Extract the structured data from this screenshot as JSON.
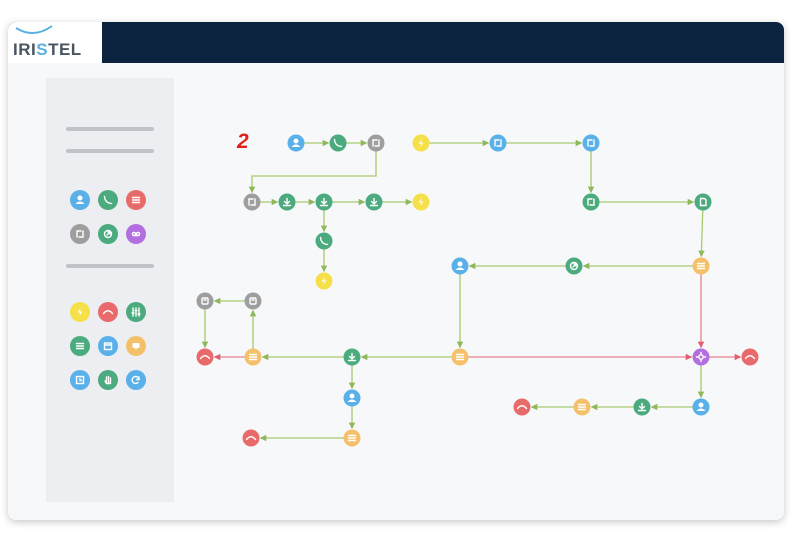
{
  "app": {
    "logo_prefix": "IRI",
    "logo_accent": "S",
    "logo_suffix": "TEL"
  },
  "colors": {
    "topbar": "#0c2340",
    "blue": "#5ab0e8",
    "green": "#4bab7e",
    "yellow": "#f5e04a",
    "gray": "#9e9e9e",
    "red": "#e86a6a",
    "orange": "#f5c06a",
    "purple": "#b36ee0",
    "line_green": "#a8c870",
    "line_red": "#e88090"
  },
  "palette": {
    "group1": [
      {
        "name": "user-icon",
        "color": "#5ab0e8"
      },
      {
        "name": "phone-icon",
        "color": "#4bab7e"
      },
      {
        "name": "list-icon",
        "color": "#e86a6a"
      },
      {
        "name": "transfer-icon",
        "color": "#9e9e9e"
      },
      {
        "name": "forward-icon",
        "color": "#4bab7e"
      },
      {
        "name": "voicemail-icon",
        "color": "#b36ee0"
      }
    ],
    "group2": [
      {
        "name": "lightning-icon",
        "color": "#f5e04a"
      },
      {
        "name": "hangup-icon",
        "color": "#e86a6a"
      },
      {
        "name": "sliders-icon",
        "color": "#4bab7e"
      },
      {
        "name": "menu-icon",
        "color": "#4bab7e"
      },
      {
        "name": "calendar-icon",
        "color": "#5ab0e8"
      },
      {
        "name": "message-icon",
        "color": "#f5c06a"
      },
      {
        "name": "schedule-icon",
        "color": "#5ab0e8"
      },
      {
        "name": "hand-icon",
        "color": "#4bab7e"
      },
      {
        "name": "refresh-icon",
        "color": "#5ab0e8"
      }
    ]
  },
  "flow": {
    "step_label": "2",
    "nodes": [
      {
        "id": "n1",
        "icon": "user-icon",
        "color": "blue"
      },
      {
        "id": "n2",
        "icon": "phone-icon",
        "color": "green"
      },
      {
        "id": "n3",
        "icon": "transfer-icon",
        "color": "gray"
      },
      {
        "id": "n4",
        "icon": "transfer-icon",
        "color": "gray"
      },
      {
        "id": "n5",
        "icon": "download-icon",
        "color": "green"
      },
      {
        "id": "n6",
        "icon": "download-icon",
        "color": "green"
      },
      {
        "id": "n7",
        "icon": "download-icon",
        "color": "green"
      },
      {
        "id": "n8",
        "icon": "lightning-icon",
        "color": "yellow"
      },
      {
        "id": "n9",
        "icon": "phone-icon",
        "color": "green"
      },
      {
        "id": "n10",
        "icon": "lightning-icon",
        "color": "yellow"
      },
      {
        "id": "n11",
        "icon": "lightning-icon",
        "color": "yellow"
      },
      {
        "id": "n12",
        "icon": "transfer-icon",
        "color": "blue"
      },
      {
        "id": "n13",
        "icon": "transfer-icon",
        "color": "blue"
      },
      {
        "id": "n14",
        "icon": "transfer-icon",
        "color": "green"
      },
      {
        "id": "n15",
        "icon": "document-icon",
        "color": "green"
      },
      {
        "id": "n16",
        "icon": "menu-icon",
        "color": "orange"
      },
      {
        "id": "n17",
        "icon": "forward-icon",
        "color": "green"
      },
      {
        "id": "n18",
        "icon": "user-icon",
        "color": "blue"
      },
      {
        "id": "n19",
        "icon": "gear-icon",
        "color": "purple"
      },
      {
        "id": "n20",
        "icon": "hangup-icon",
        "color": "red"
      },
      {
        "id": "n21",
        "icon": "menu-icon",
        "color": "orange"
      },
      {
        "id": "n22",
        "icon": "download-icon",
        "color": "green"
      },
      {
        "id": "n23",
        "icon": "menu-icon",
        "color": "orange"
      },
      {
        "id": "n24",
        "icon": "hangup-icon",
        "color": "red"
      },
      {
        "id": "n25",
        "icon": "record-icon",
        "color": "gray"
      },
      {
        "id": "n26",
        "icon": "record-icon",
        "color": "gray"
      },
      {
        "id": "n27",
        "icon": "user-icon",
        "color": "blue"
      },
      {
        "id": "n28",
        "icon": "menu-icon",
        "color": "orange"
      },
      {
        "id": "n29",
        "icon": "hangup-icon",
        "color": "red"
      },
      {
        "id": "n30",
        "icon": "user-icon",
        "color": "blue"
      },
      {
        "id": "n31",
        "icon": "download-icon",
        "color": "green"
      },
      {
        "id": "n32",
        "icon": "menu-icon",
        "color": "orange"
      },
      {
        "id": "n33",
        "icon": "hangup-icon",
        "color": "red"
      }
    ],
    "edges": [
      {
        "from": "n1",
        "to": "n2",
        "color": "line_green"
      },
      {
        "from": "n2",
        "to": "n3",
        "color": "line_green"
      },
      {
        "from": "n3",
        "to": "n4",
        "color": "line_green"
      },
      {
        "from": "n4",
        "to": "n5",
        "color": "line_green"
      },
      {
        "from": "n5",
        "to": "n6",
        "color": "line_green"
      },
      {
        "from": "n6",
        "to": "n7",
        "color": "line_green"
      },
      {
        "from": "n7",
        "to": "n8",
        "color": "line_green"
      },
      {
        "from": "n6",
        "to": "n9",
        "color": "line_green"
      },
      {
        "from": "n9",
        "to": "n10",
        "color": "line_green"
      },
      {
        "from": "n11",
        "to": "n12",
        "color": "line_green"
      },
      {
        "from": "n12",
        "to": "n13",
        "color": "line_green"
      },
      {
        "from": "n13",
        "to": "n14",
        "color": "line_green"
      },
      {
        "from": "n14",
        "to": "n15",
        "color": "line_green"
      },
      {
        "from": "n15",
        "to": "n16",
        "color": "line_green"
      },
      {
        "from": "n16",
        "to": "n17",
        "color": "line_green"
      },
      {
        "from": "n17",
        "to": "n18",
        "color": "line_green"
      },
      {
        "from": "n18",
        "to": "n21",
        "color": "line_green"
      },
      {
        "from": "n16",
        "to": "n19",
        "color": "line_red"
      },
      {
        "from": "n21",
        "to": "n19",
        "color": "line_red"
      },
      {
        "from": "n19",
        "to": "n20",
        "color": "line_red"
      },
      {
        "from": "n21",
        "to": "n22",
        "color": "line_green"
      },
      {
        "from": "n22",
        "to": "n23",
        "color": "line_green"
      },
      {
        "from": "n23",
        "to": "n24",
        "color": "line_red"
      },
      {
        "from": "n23",
        "to": "n26",
        "color": "line_green"
      },
      {
        "from": "n26",
        "to": "n25",
        "color": "line_green"
      },
      {
        "from": "n25",
        "to": "n24",
        "color": "line_green"
      },
      {
        "from": "n22",
        "to": "n27",
        "color": "line_green"
      },
      {
        "from": "n27",
        "to": "n28",
        "color": "line_green"
      },
      {
        "from": "n28",
        "to": "n29",
        "color": "line_green"
      },
      {
        "from": "n19",
        "to": "n30",
        "color": "line_green"
      },
      {
        "from": "n30",
        "to": "n31",
        "color": "line_green"
      },
      {
        "from": "n31",
        "to": "n32",
        "color": "line_green"
      },
      {
        "from": "n32",
        "to": "n33",
        "color": "line_green"
      }
    ]
  }
}
